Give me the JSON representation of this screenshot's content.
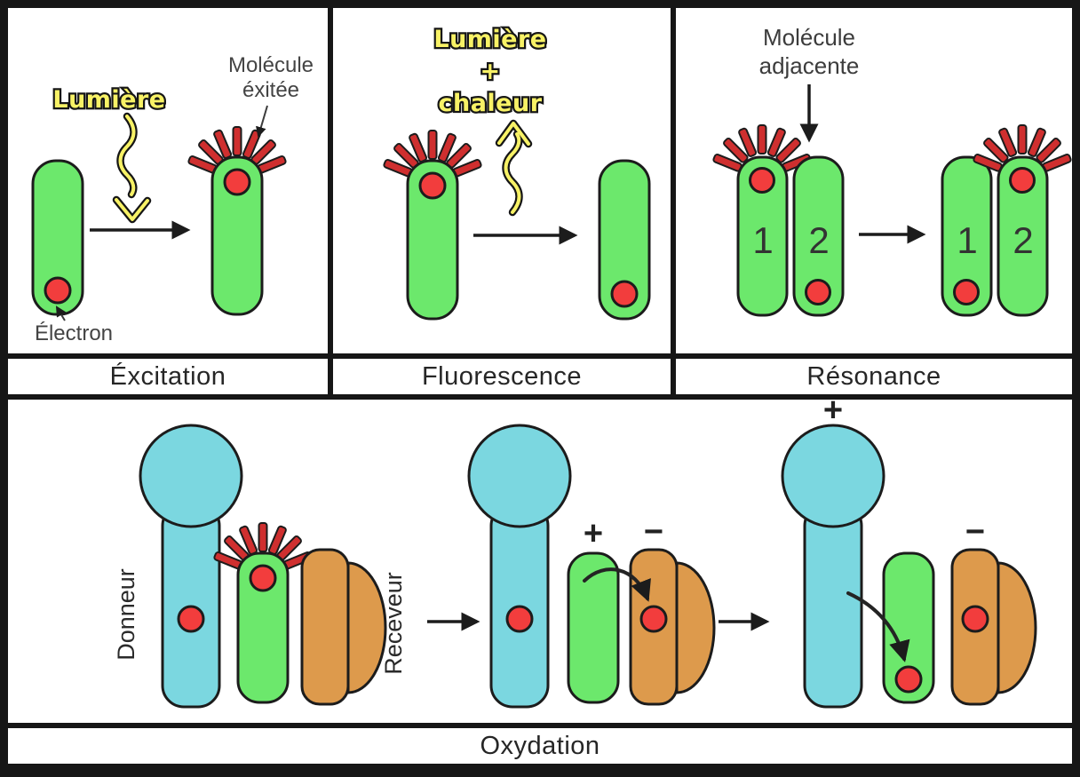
{
  "colors": {
    "molecule_green": "#6ce86c",
    "electron_red": "#f23d3d",
    "spike_red": "#cf2f2f",
    "light_yellow": "#f8f266",
    "donor_cyan": "#7bd7e0",
    "acceptor_orange": "#dd9a4c"
  },
  "panels": {
    "excitation": {
      "caption": "Éxcitation",
      "labels": {
        "light": "Lumière",
        "excited_molecule_line1": "Molécule",
        "excited_molecule_line2": "éxitée",
        "electron": "Électron"
      }
    },
    "fluorescence": {
      "caption": "Fluorescence",
      "labels": {
        "line1": "Lumière",
        "line2": "+",
        "line3": "chaleur"
      }
    },
    "resonance": {
      "caption": "Résonance",
      "labels": {
        "adjacent_line1": "Molécule",
        "adjacent_line2": "adjacente",
        "num1": "1",
        "num2": "2"
      }
    },
    "oxydation": {
      "caption": "Oxydation",
      "labels": {
        "donor": "Donneur",
        "acceptor": "Receveur",
        "plus": "+",
        "minus": "−"
      }
    }
  }
}
